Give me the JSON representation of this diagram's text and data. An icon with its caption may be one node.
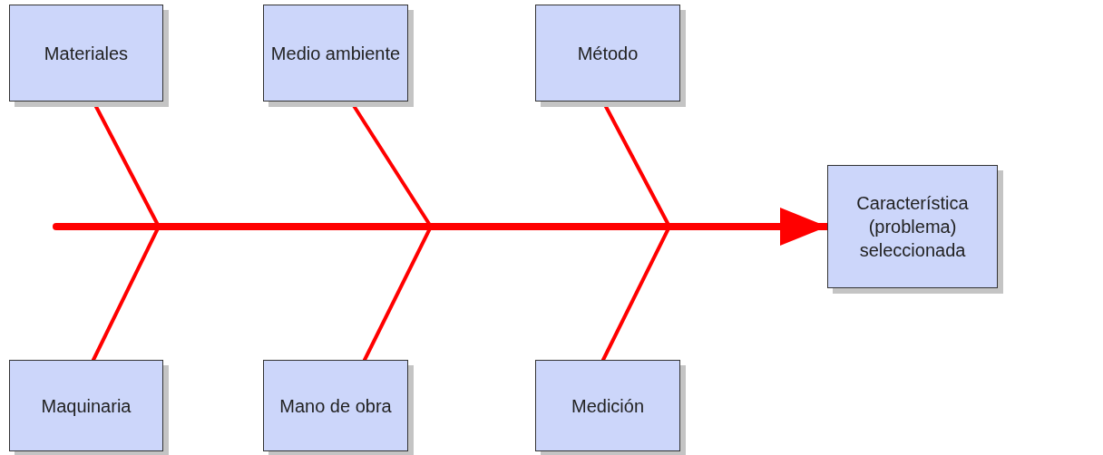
{
  "diagram": {
    "nodes": [
      {
        "text": [
          "Materiales"
        ]
      },
      {
        "text": [
          "Medio ambiente"
        ]
      },
      {
        "text": [
          "Método"
        ]
      },
      {
        "text": [
          "Característica (problema) seleccionada"
        ]
      },
      {
        "text": [
          "Maquinaria"
        ]
      },
      {
        "text": [
          "Mano de obra"
        ]
      },
      {
        "text": [
          "Medición"
        ]
      }
    ],
    "edges": [
      {
        "from": null,
        "to": 3,
        "arrow": "to",
        "style": "thick"
      },
      {
        "from": 0,
        "to": null,
        "arrow": "none"
      },
      {
        "from": 1,
        "to": null,
        "arrow": "none"
      },
      {
        "from": 2,
        "to": null,
        "arrow": "none"
      },
      {
        "from": 4,
        "to": null,
        "arrow": "none"
      },
      {
        "from": 5,
        "to": null,
        "arrow": "none"
      },
      {
        "from": 6,
        "to": null,
        "arrow": "none"
      }
    ]
  }
}
